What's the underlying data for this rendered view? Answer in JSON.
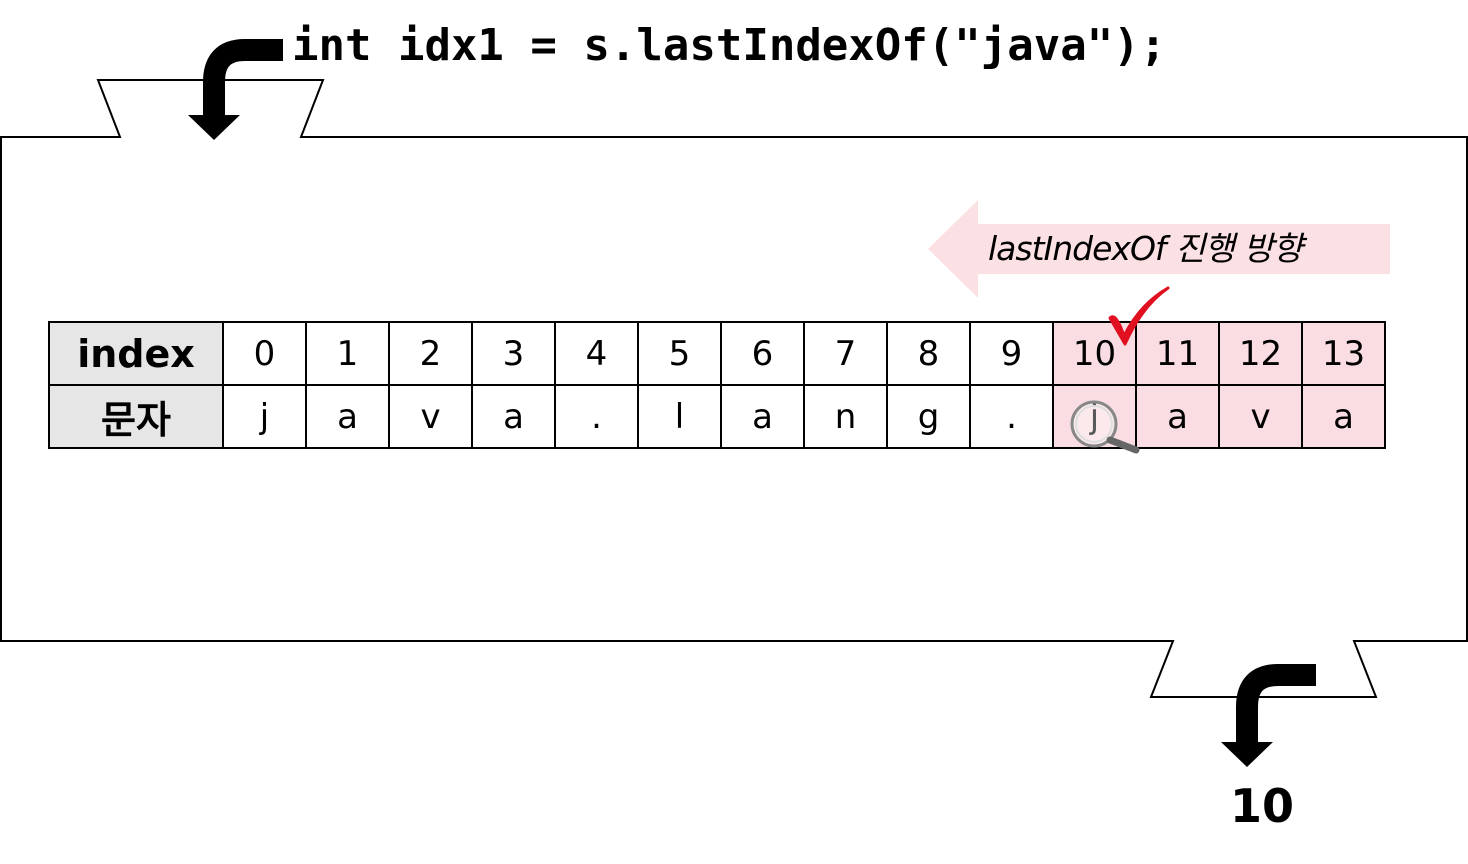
{
  "code_line": "int idx1 = s.lastIndexOf(\"java\");",
  "direction_label": "lastIndexOf 진행 방향",
  "table": {
    "index_header": "index",
    "char_header": "문자",
    "indices": [
      "0",
      "1",
      "2",
      "3",
      "4",
      "5",
      "6",
      "7",
      "8",
      "9",
      "10",
      "11",
      "12",
      "13"
    ],
    "chars": [
      "j",
      "a",
      "v",
      "a",
      ".",
      "l",
      "a",
      "n",
      "g",
      ".",
      "j",
      "a",
      "v",
      "a"
    ],
    "highlight_start": 10,
    "highlight_end": 13
  },
  "result": "10",
  "colors": {
    "highlight": "#f9dde2",
    "direction_arrow": "#fbe0e4",
    "check_mark": "#e01020",
    "header_bg": "#e6e6e6"
  },
  "icons": [
    "down-arrow-icon",
    "check-mark-icon",
    "magnifier-icon"
  ]
}
